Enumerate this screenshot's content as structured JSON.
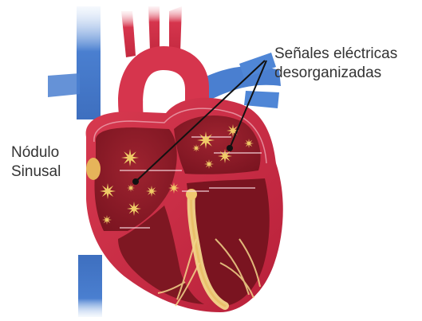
{
  "labels": {
    "sinus_node": [
      "Nódulo",
      "Sinusal"
    ],
    "signals": [
      "Señales eléctricas",
      "desorganizadas"
    ]
  },
  "colors": {
    "myocardium": "#c8283c",
    "chamber": "#8c1a26",
    "chamber_dark": "#6e1019",
    "vein_blue": "#4a7fd0",
    "aorta": "#d6354d",
    "node": "#e6b45a",
    "spark": "#f4d46a",
    "conduction": "#f2d58a",
    "leader": "#111111",
    "text": "#333333"
  },
  "icons": {
    "spark": "starburst",
    "sinus_node": "oval"
  }
}
